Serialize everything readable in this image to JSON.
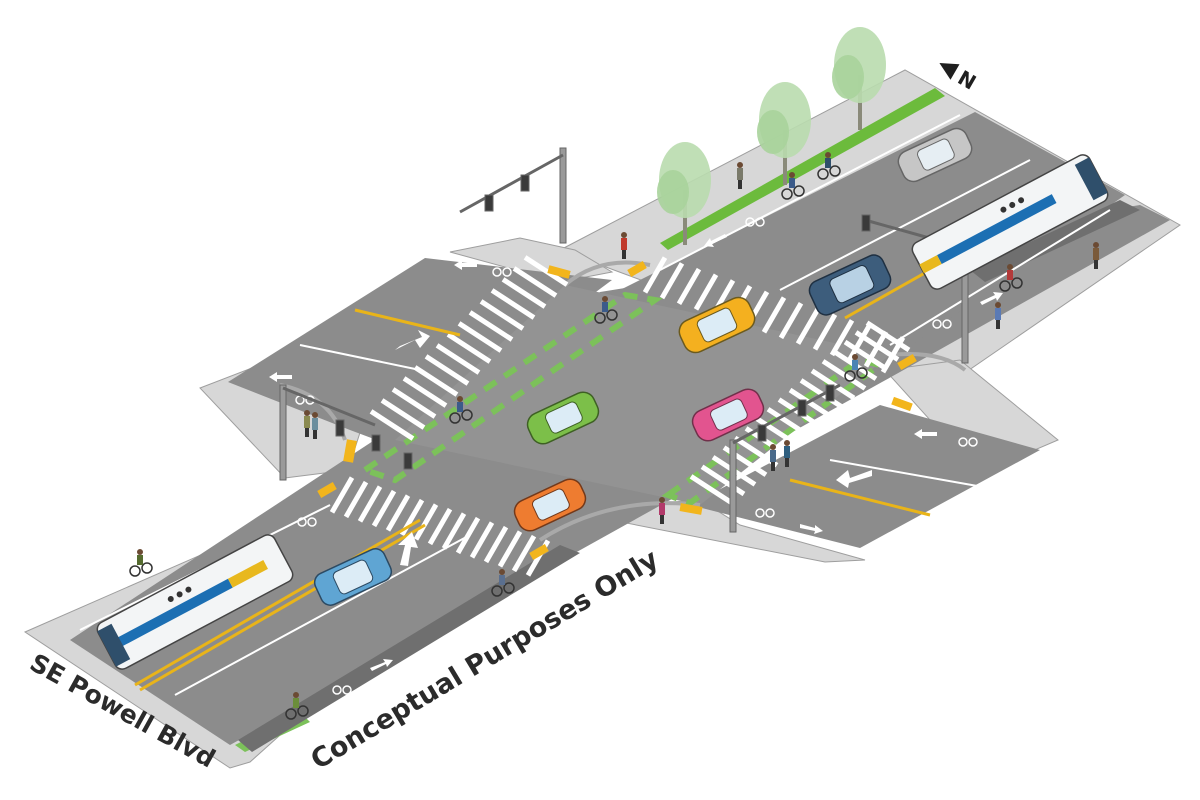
{
  "labels": {
    "street_name": "SE Powell Blvd",
    "disclaimer": "Conceptual Purposes Only",
    "north_letter": "N"
  },
  "colors": {
    "background": "#ffffff",
    "roadway": "#8c8c8c",
    "intersection": "#939393",
    "sidewalk": "#d7d7d7",
    "curb": "#a9a9a9",
    "bike_lane_green": "#7cc15a",
    "planting_strip": "#6cbb3c",
    "lane_line_yellow": "#e9b419",
    "crosswalk_white": "#ffffff",
    "tactile_yellow": "#f2b51c",
    "tree_green": "#b9dcae",
    "bus_white": "#f3f5f6",
    "bus_blue": "#1c6fb3",
    "bus_gold": "#e8b81e",
    "car_yellow": "#f4b01f",
    "car_green": "#7cbf49",
    "car_pink": "#e2548f",
    "car_orange": "#ee7c30",
    "car_blue": "#5fa5d3",
    "car_navy": "#3d5d7c",
    "car_silver": "#c6c6c6"
  },
  "icons": [
    "north-arrow-icon",
    "bike-symbol-icon",
    "lane-arrow-icon",
    "turn-arrow-icon",
    "traffic-signal-icon",
    "tree-icon",
    "bus-icon",
    "car-icon",
    "cyclist-icon",
    "pedestrian-icon"
  ]
}
